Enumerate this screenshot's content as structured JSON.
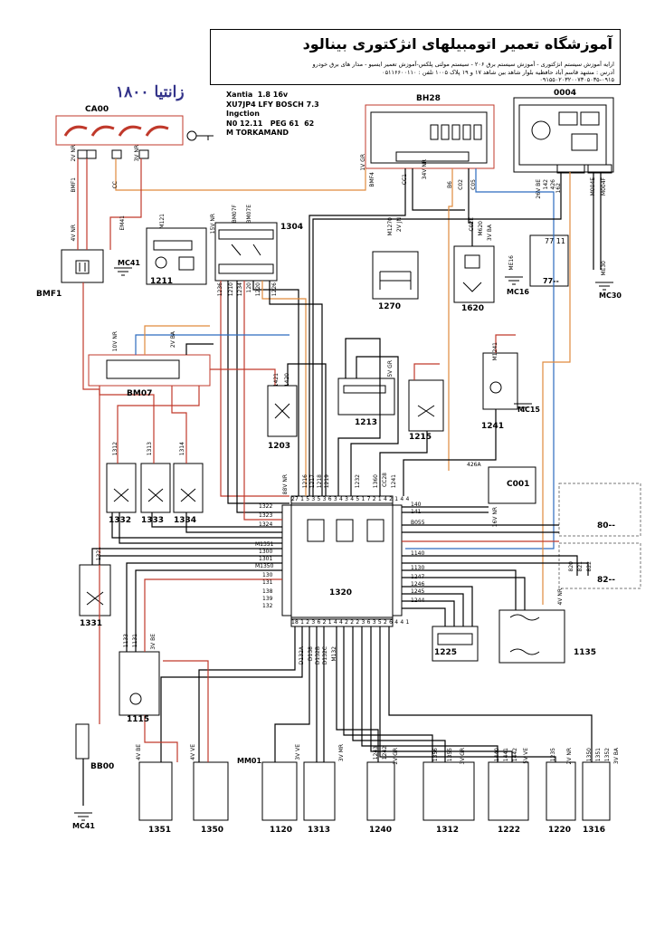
{
  "header": {
    "title": "آموزشگاه تعمیر اتومبیلهای انژکتوری بینالود",
    "line1": "ارایه آموزش سیستم انژکتوری - آموزش سیستم برق ۲۰۶ - سیستم مولتی پلکس-آموزش تعمیر ایسیو - مدار های برق خودرو",
    "line2": "آدرس : مشهد قاسم آباد حافظیه بلوار شاهد بین شاهد ۱۷ و ۱۹ پلاک ۱۰۰۵ تلفن : ۰۵۱۱۶۶۰۰۱۱۰",
    "line3": "۰۹۱۵۵۰۲۰۳۲۰۰۷۳۰۵۰۳۵-۰۹۱۵"
  },
  "model_label": "زانتیا ۱۸۰۰",
  "spec_lines": [
    "Xantia  1.8 16v",
    "XU7JP4 LFY BOSCH 7.3",
    "Ingction",
    "N0 12.11   PEG 61  62",
    "M TORKAMAND"
  ],
  "components": {
    "CA00": "CA00",
    "BMF1": "BMF1",
    "BH28": "BH28",
    "c0004": "0004",
    "c1304": "1304",
    "c1211": "1211",
    "MC41": "MC41",
    "MC16": "MC16",
    "MC30": "MC30",
    "MC15": "MC15",
    "c1270": "1270",
    "c1620": "1620",
    "c77": "77--",
    "c7711": "77 11",
    "BM07": "BM07",
    "c1203": "1203",
    "c1213": "1213",
    "c1215": "1215",
    "c1241": "1241",
    "c1332": "1332",
    "c1333": "1333",
    "c1334": "1334",
    "c1331": "1331",
    "C001": "C001",
    "c80": "80--",
    "c82": "82--",
    "c1320": "1320",
    "c1225": "1225",
    "c1135": "1135",
    "c1115": "1115",
    "BB00": "BB00",
    "MC41b": "MC41",
    "MM01": "MM01",
    "c1351": "1351",
    "c1350": "1350",
    "c1120": "1120",
    "c1313": "1313",
    "c1240": "1240",
    "c1312": "1312",
    "c1222": "1222",
    "c1220": "1220",
    "c1316": "1316"
  },
  "wire_labels": {
    "BMF4": "BMF4",
    "CC": "CC",
    "BMF1": "BMF1",
    "CC1": "CC1",
    "B6": "B6",
    "C02": "C02",
    "C05": "C05",
    "BMF4b": "BMF4",
    "c162": "162",
    "M004F": "M004F",
    "M004E": "M004E",
    "c142": "142",
    "c426": "426",
    "EM41": "EM41",
    "M121": "M121",
    "c121": "121",
    "M1270": "M1270",
    "c1270w": "1270",
    "M620": "M620",
    "C02E": "C02E",
    "ME16": "ME16",
    "ME30": "ME30",
    "c1236": "1236",
    "c1210": "1210",
    "c1234": "1234",
    "c120": "120",
    "c1220": "1220",
    "c1226": "1226",
    "BM07E": "BM07E",
    "BM07F": "BM07F",
    "c1421": "1421",
    "c1420": "1420",
    "c1216": "1216",
    "c1217": "1217",
    "c1218": "1218",
    "c1219": "1219",
    "c1232": "1232",
    "c1360": "1360",
    "CC28": "CC28",
    "c1241": "1241",
    "M1241": "M1241",
    "c426A": "426A",
    "c140": "140",
    "c141": "141",
    "c1312": "1312",
    "c1313": "1313",
    "c1314": "1314",
    "c1321": "1321",
    "c1131": "1131",
    "c1133": "1133",
    "M1350": "M1350",
    "M1351": "M1351",
    "c1322": "1322",
    "c1323": "1323",
    "c1324": "1324",
    "c1300": "1300",
    "c1301": "1301",
    "c130": "130",
    "c131": "131",
    "c138": "138",
    "c139": "139",
    "c132": "132",
    "B055": "B055",
    "c1140": "1140",
    "c1130": "1130",
    "c1247": "1247",
    "c1246": "1246",
    "c1245": "1245",
    "c1244": "1244",
    "c820": "820",
    "c821": "821",
    "c822": "822",
    "D138": "D138",
    "M132": "M132",
    "D132A": "D132A",
    "D132B": "D132B",
    "D132C": "D132C",
    "c1243": "1243",
    "c1242": "1242",
    "c1356": "1356",
    "c1355": "1355",
    "c1440": "1440",
    "c1441": "1441",
    "c1442": "1442",
    "c1235": "1235",
    "c1350": "1350",
    "c1351": "1351",
    "c1352": "1352"
  },
  "connector_labels": {
    "v4NR": "4V NR",
    "v2VNR": "2V NR",
    "v3VNR": "3V NR",
    "v1VGR": "1V GR",
    "v2VGR": "2V GR",
    "v34VNR": "34V NR",
    "v26VBE": "26V BE",
    "v15VNR": "15V NR",
    "v2VJN": "2V JN",
    "v3VBA": "3V BA",
    "v10VNR": "10V NR",
    "v2VBA": "2V BA",
    "v5VGR": "5V GR",
    "v88VNR": "88V NR",
    "v16VNR": "16V NR",
    "v4VNR": "4V NR",
    "v3VBE": "3V BE",
    "v4VBE": "4V BE",
    "v4VVE": "4V VE",
    "v3VVE": "3V VE",
    "v3VMR": "3V MR",
    "v3VGR": "3V GR",
    "v5VVE": "5V VE",
    "v2VNRb": "2V NR",
    "v3VBAb": "3V BA"
  },
  "ecu_pins_top": "27 1 5 3 5 3 6 3 4 3 4 5 1 7 2 1 4 2 1 4 4",
  "ecu_pins_bottom": "18 1 2 3 6 2 1 4 4 2 2 2 3 6 3 5 2 6 4 4 1"
}
